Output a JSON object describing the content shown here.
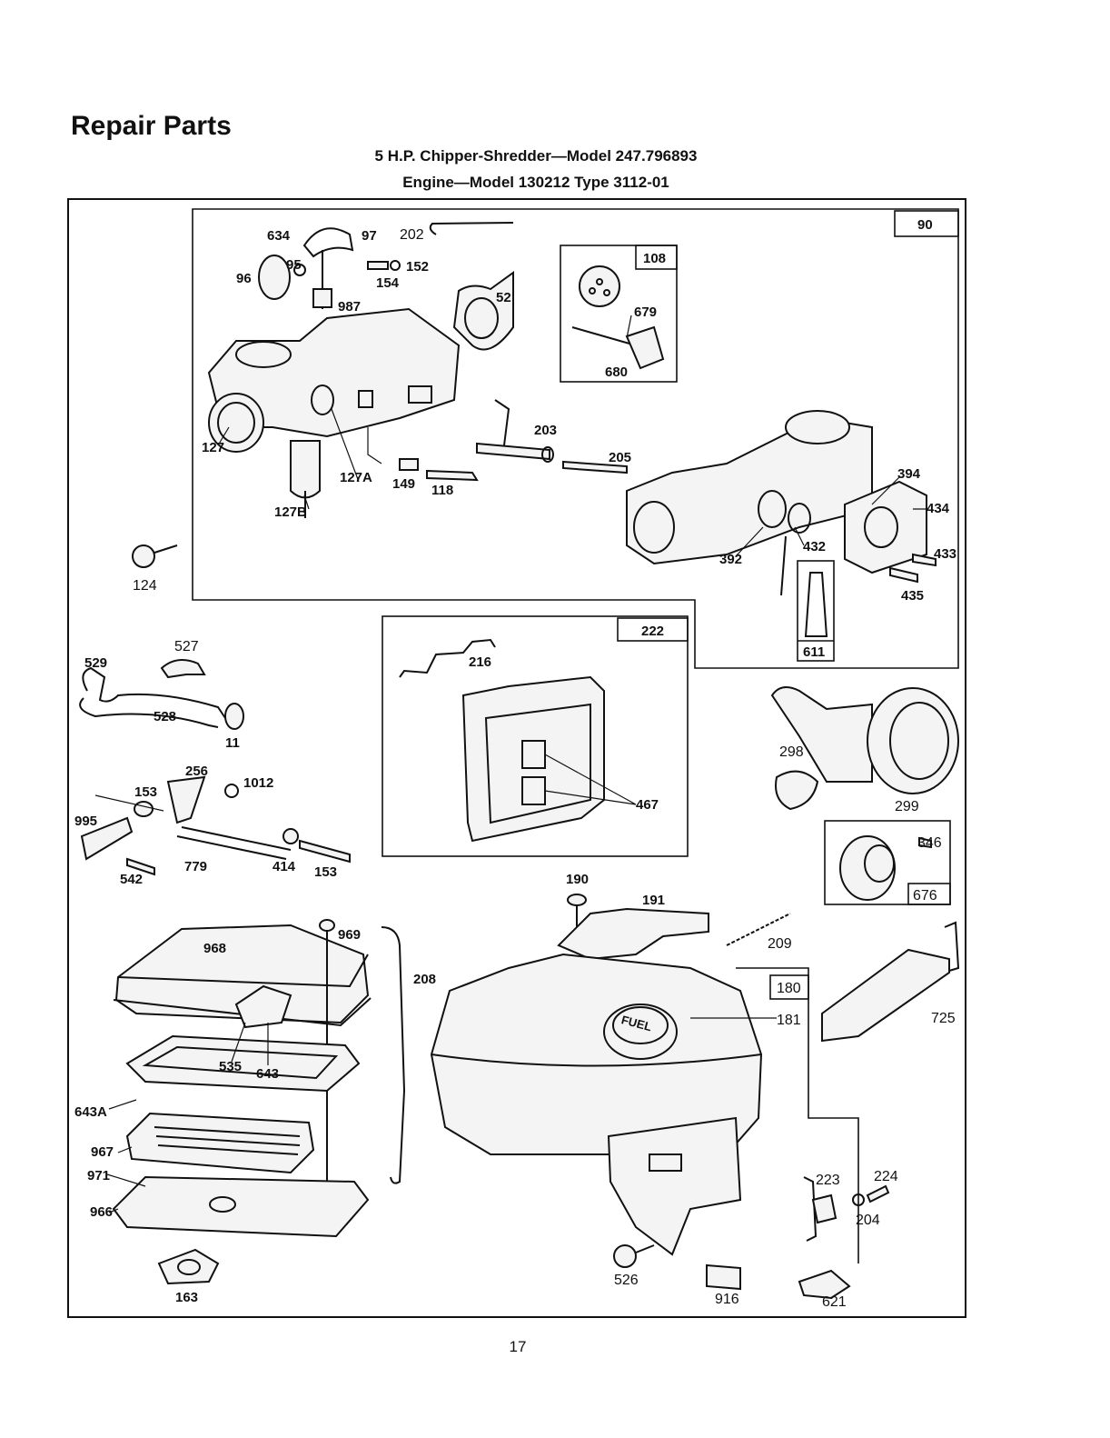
{
  "header": {
    "title": "Repair Parts",
    "subtitle_line1": "5 H.P. Chipper-Shredder—Model 247.796893",
    "subtitle_line2": "Engine—Model 130212 Type 3112-01"
  },
  "footer": {
    "page_number": "17"
  },
  "kits": {
    "k90": "90",
    "k108": "108",
    "k222": "222",
    "k611": "611",
    "k676": "676",
    "k180": "180"
  },
  "parts": {
    "p634": "634",
    "p97": "97",
    "p202": "202",
    "p95": "95",
    "p152": "152",
    "p154": "154",
    "p96": "96",
    "p987": "987",
    "p52": "52",
    "p679": "679",
    "p680": "680",
    "p127": "127",
    "p127a": "127A",
    "p127b": "127B",
    "p149": "149",
    "p118": "118",
    "p203": "203",
    "p205": "205",
    "p394": "394",
    "p434": "434",
    "p433": "433",
    "p435": "435",
    "p432": "432",
    "p392": "392",
    "p124": "124",
    "p529": "529",
    "p527": "527",
    "p528": "528",
    "p11": "11",
    "p216": "216",
    "p467": "467",
    "p298": "298",
    "p299": "299",
    "p256": "256",
    "p1012": "1012",
    "p153a": "153",
    "p995": "995",
    "p779": "779",
    "p414": "414",
    "p153b": "153",
    "p542": "542",
    "p346": "346",
    "p190": "190",
    "p191": "191",
    "p209": "209",
    "p968": "968",
    "p969": "969",
    "p208": "208",
    "p181": "181",
    "p725": "725",
    "p535": "535",
    "p643": "643",
    "p643a": "643A",
    "p967": "967",
    "p971": "971",
    "p966": "966",
    "p163": "163",
    "p223": "223",
    "p224": "224",
    "p204": "204",
    "p526": "526",
    "p916": "916",
    "p621": "621",
    "fuel": "FUEL"
  }
}
